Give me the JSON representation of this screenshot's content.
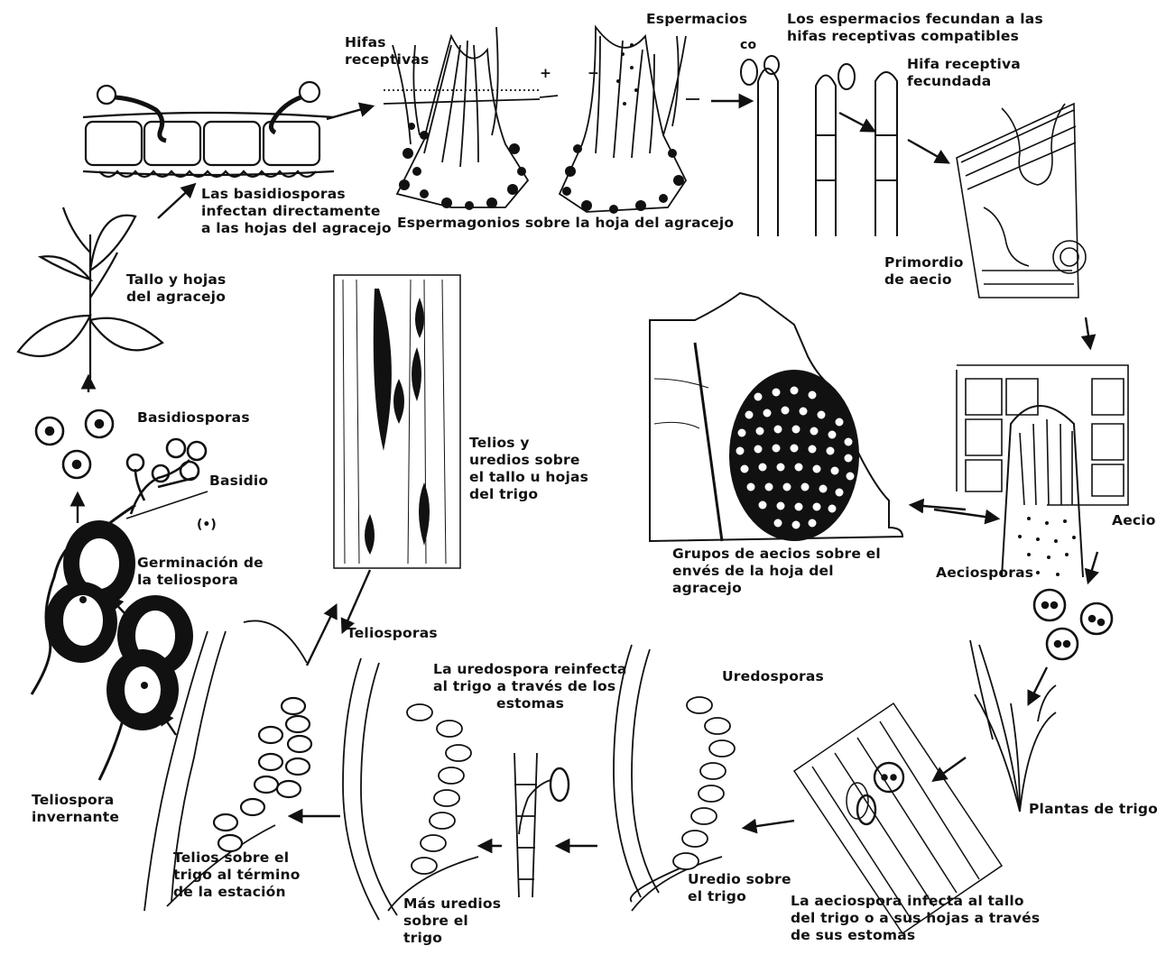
{
  "labels": {
    "basidiosporas_infectan": [
      "Las basidiosporas",
      "infectan directamente",
      "a las hojas del agracejo"
    ],
    "hifas_receptivas": [
      "Hifas",
      "receptivas"
    ],
    "espermacios": "Espermacios",
    "espermacios_fecundan": [
      "Los espermacios fecundan a las",
      "hifas receptivas compatibles"
    ],
    "hifa_fecundada": [
      "Hifa  receptiva",
      "fecundada"
    ],
    "espermagonios": "Espermagonios sobre la hoja del agracejo",
    "tallo_hojas_agracejo": [
      "Tallo y hojas",
      "del agracejo"
    ],
    "primordio": [
      "Primordio",
      "de aecio"
    ],
    "basidiosporas": "Basidiosporas",
    "basidio": "Basidio",
    "telios_uredios": [
      "Telios y",
      "uredios sobre",
      "el tallo u hojas",
      "del trigo"
    ],
    "aecio": "Aecio",
    "germinacion": [
      "Germinación de",
      "la teliospora"
    ],
    "grupos_aecios": [
      "Grupos de aecios sobre el",
      "envés de la hoja del",
      "agracejo"
    ],
    "aeciosporas": "Aeciosporas",
    "teliosporas": "Teliosporas",
    "uredospora_reinfecta": [
      "La uredospora reinfecta",
      "al trigo a través de los",
      "estomas"
    ],
    "uredosporas": "Uredosporas",
    "teliospora_invernante": [
      "Teliospora",
      "invernante"
    ],
    "plantas_trigo": "Plantas de trigo",
    "telios_final": [
      "Telios sobre el",
      "trigo al término",
      "de la estación"
    ],
    "mas_uredios": [
      "Más uredios",
      "sobre el",
      "trigo"
    ],
    "uredio_trigo": [
      "Uredio sobre",
      "el trigo"
    ],
    "aeciospora_infecta": [
      "La aeciospora infecta al tallo",
      "del trigo o a sus hojas a través",
      "de sus estomas"
    ],
    "plus_sign": "+",
    "minus_sign": "−"
  }
}
